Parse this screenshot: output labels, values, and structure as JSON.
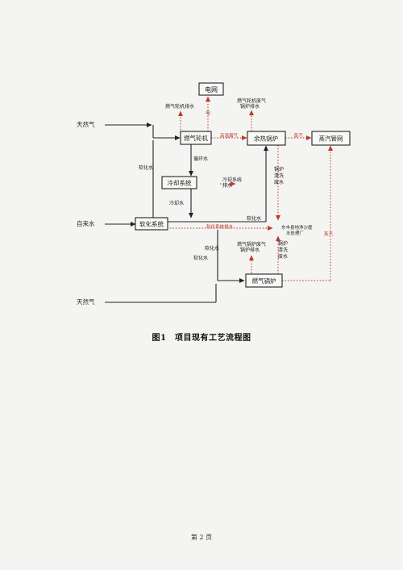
{
  "diagram": {
    "nodes": {
      "grid": "电网",
      "gas_turbine": "燃气轮机",
      "hrsg": "余热锅炉",
      "steam_network": "蒸汽管网",
      "cooling": "冷却系统",
      "softening": "软化系统",
      "gas_boiler": "燃气锅炉"
    },
    "labels": {
      "natural_gas_top": "天然气",
      "natural_gas_bottom": "天然气",
      "tap_water": "自来水",
      "turbine_drain": "燃气轮机排水",
      "electricity": "电",
      "hrsg_flue": "燃气轮机废气",
      "hrsg_blowdown": "锅炉排水",
      "hot_flue": "高温烟气",
      "steam_a": "蒸汽",
      "steam_b": "蒸汽",
      "circ_water": "循环水",
      "soft_water_a": "软化水",
      "soft_water_b": "软化水",
      "soft_water_c": "软化水",
      "soft_water_d": "软化水",
      "cooling_discharge_1": "冷却系统",
      "cooling_discharge_2": "排水",
      "cooling_water": "冷却水",
      "softening_discharge": "软化系统排水",
      "hrsg_wash": [
        "锅炉",
        "清洗",
        "废水"
      ],
      "boiler_wash": [
        "锅炉",
        "清洗",
        "废水"
      ],
      "boiler_flue": "燃气锅炉废气",
      "boiler_blowdown": "锅炉排水",
      "wwtp_1": "东丰县地净沙度",
      "wwtp_2": "水处理厂"
    }
  },
  "caption": "图1　项目现有工艺流程图",
  "footer": "第 2 页"
}
